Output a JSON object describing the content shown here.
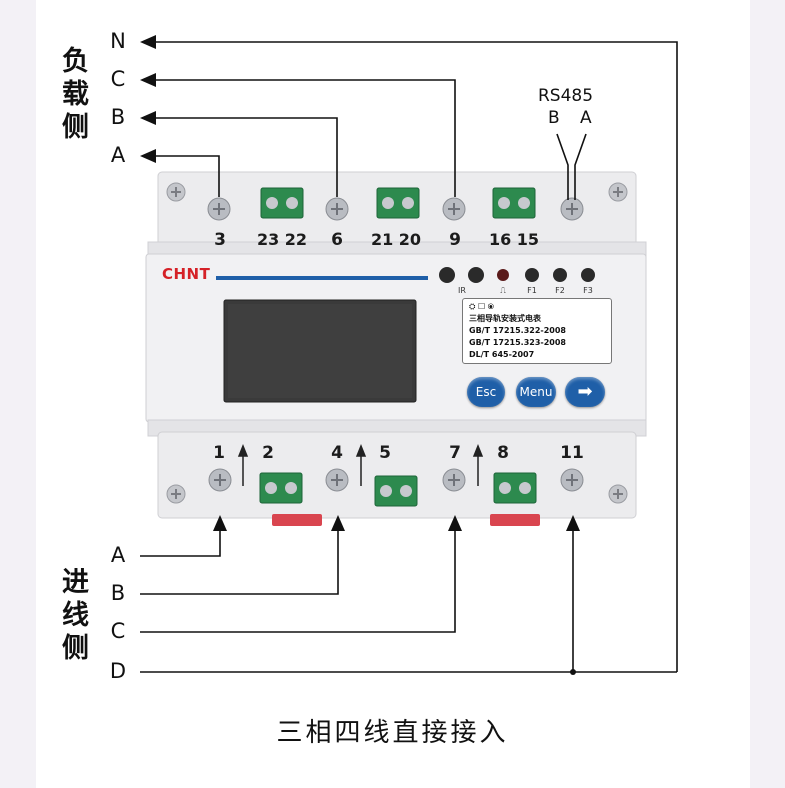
{
  "load_side_label": "负载侧",
  "line_side_label": "进线侧",
  "caption": "三相四线直接接入",
  "top_wires": [
    "N",
    "C",
    "B",
    "A"
  ],
  "bottom_wires": [
    "A",
    "B",
    "C",
    "D"
  ],
  "rs485": {
    "title": "RS485",
    "b": "B",
    "a": "A"
  },
  "top_terminals": [
    "3",
    "23 22",
    "6",
    "21 20",
    "9",
    "16 15"
  ],
  "bottom_terminals": [
    "1",
    "2",
    "4",
    "5",
    "7",
    "8",
    "11"
  ],
  "brand": "CHNT",
  "indicators": [
    "IR",
    "⎍",
    "F1",
    "F2",
    "F3"
  ],
  "nameplate": {
    "symbols": "⛭ ☐ ⦿",
    "title": "三相导轨安装式电表",
    "lines": [
      "GB/T 17215.322-2008",
      "GB/T 17215.323-2008",
      "DL/T 645-2007"
    ]
  },
  "buttons": {
    "esc": "Esc",
    "menu": "Menu",
    "enter": "➡"
  },
  "colors": {
    "button_blue": "#1f5fa8",
    "terminal_green": "#2d8a4e",
    "brand_red": "#d52127",
    "meter_body": "#e9e9eb",
    "lcd": "#3a3a3a"
  }
}
